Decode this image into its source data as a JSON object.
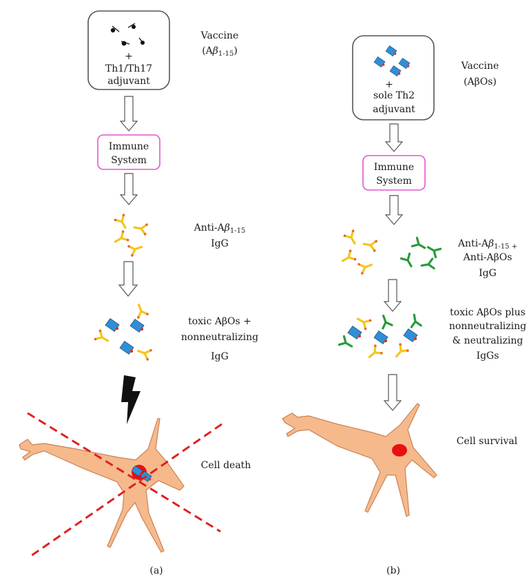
{
  "panel_a": {
    "vaccine_label_line1": "Vaccine",
    "vaccine_label_prefix": "(A",
    "vaccine_label_beta": "β",
    "vaccine_label_sub": "1-15",
    "vaccine_label_suffix": ")",
    "box_plus": "+",
    "box_adjuvant_line1": "Th1/Th17",
    "box_adjuvant_line2": "adjuvant",
    "immune_line1": "Immune",
    "immune_line2": "System",
    "igg_label_prefix": "Anti-A",
    "igg_label_beta": "β",
    "igg_label_sub": "1-15",
    "igg_label_line2": "IgG",
    "complex_line1": "toxic AβOs +",
    "complex_line2": "nonneutralizing",
    "complex_line3": "IgG",
    "outcome": "Cell death",
    "panel_letter": "(a)"
  },
  "panel_b": {
    "vaccine_label_line1": "Vaccine",
    "vaccine_label_line2": "(AβOs)",
    "box_plus": "+",
    "box_adjuvant_line1": "sole Th2",
    "box_adjuvant_line2": "adjuvant",
    "immune_line1": "Immune",
    "immune_line2": "System",
    "igg_label_prefix": "Anti-A",
    "igg_label_beta": "β",
    "igg_label_sub": "1-15 +",
    "igg_label_line2": "Anti-AβOs",
    "igg_label_line3": "IgG",
    "complex_line1": "toxic AβOs plus",
    "complex_line2": "nonneutralizing",
    "complex_line3": "& neutralizing",
    "complex_line4": "IgGs",
    "outcome": "Cell survival",
    "panel_letter": "(b)"
  },
  "colors": {
    "immune_box_border": "#e455d0",
    "antibody_anti_abeta": "#f5c51c",
    "antibody_anti_abetaos": "#2a9a3c",
    "oligomer": "#2f8fd6",
    "neuron": "#f5b98c",
    "nucleus": "#e81010",
    "cell_death_cross": "#e02020"
  }
}
